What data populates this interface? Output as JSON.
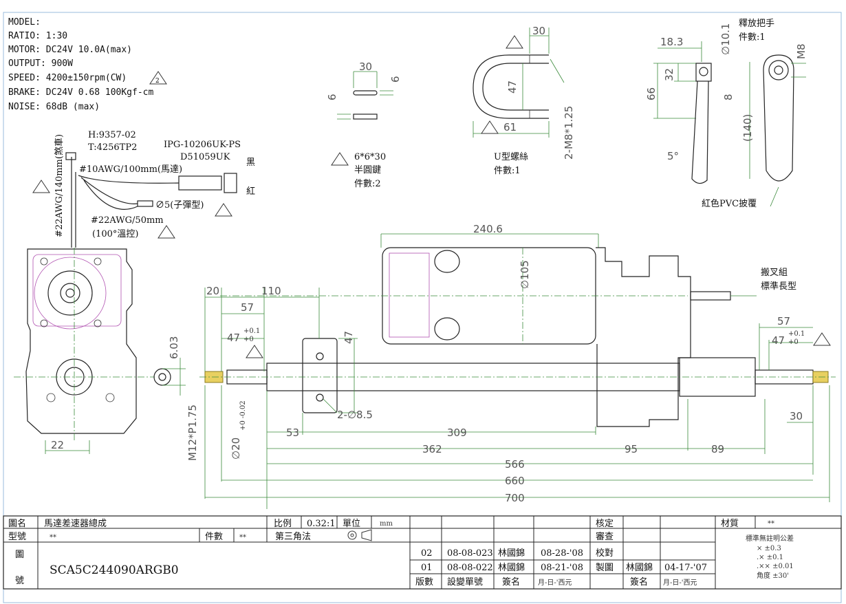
{
  "specs": {
    "model": "MODEL:",
    "ratio": "RATIO:  1:30",
    "motor": "MOTOR:  DC24V 10.0A(max)",
    "output": "OUTPUT: 900W",
    "speed": "SPEED:  4200±150rpm(CW)",
    "brake": "BRAKE:  DC24V 0.68 100Kgf-cm",
    "noise": "NOISE:   68dB (max)"
  },
  "wiring": {
    "h": "H:9357-02",
    "t": "T:4256TP2",
    "connector": "IPG-10206UK-PS",
    "connector2": "D51059UK",
    "black": "黑",
    "red": "紅",
    "awg10": "#10AWG/100mm(馬達)",
    "bullet": "∅5(子彈型)",
    "awg22": "#22AWG/50mm",
    "temp": "(100°溫控)",
    "brake_wire": "#22AWG/140mm(煞車)"
  },
  "key": {
    "dim_w": "30",
    "dim_h": "6",
    "dim_h2": "6",
    "label": "6*6*30",
    "name": "半圓鍵",
    "qty": "件數:2"
  },
  "ubolt": {
    "dim_top": "30",
    "dim_h": "47",
    "dim_w": "61",
    "thread": "2-M8*1.25",
    "name": "U型螺絲",
    "qty": "件數:1"
  },
  "lever": {
    "d1": "18.3",
    "d2": "∅10.1",
    "d3": "32",
    "d4": "66",
    "d5": "8",
    "d6": "5°",
    "d7": "(140)",
    "d8": "M8",
    "name": "釋放把手",
    "qty": "件數:1",
    "cover": "紅色PVC披覆"
  },
  "main": {
    "d_240": "240.6",
    "d_105": "∅105",
    "d_20": "20",
    "d_110": "110",
    "d_57": "57",
    "d_47tol": "47",
    "tol": "+0.1",
    "tol2": "+0",
    "d_47": "47",
    "d_603": "6.03",
    "d_hole": "2-∅8.5",
    "d_53": "53",
    "d_309": "309",
    "d_362": "362",
    "d_95": "95",
    "d_89": "89",
    "d_566": "566",
    "d_660": "660",
    "d_700": "700",
    "d_22": "22",
    "d_m12": "M12*P1.75",
    "d_20shaft": "∅20",
    "shaft_tol": "+0  -0.02",
    "d_57r": "57",
    "d_47r": "47",
    "d_30": "30",
    "fork1": "搬叉組",
    "fork2": "標準長型"
  },
  "title_block": {
    "drawing_name_label": "圖名",
    "drawing_name": "馬達差速器總成",
    "scale_label": "比例",
    "scale": "0.32:1",
    "unit_label": "單位",
    "unit": "mm",
    "model_label": "型號",
    "model_value": "**",
    "qty_label": "件數",
    "qty_value": "**",
    "projection": "第三角法",
    "drawing_no_label1": "圖",
    "drawing_no_label2": "號",
    "drawing_no": "SCA5C244090ARGB0",
    "rev_rows": [
      {
        "ver": "02",
        "change": "08-08-023",
        "sign": "林國錦",
        "date": "08-28-'08"
      },
      {
        "ver": "01",
        "change": "08-08-022",
        "sign": "林國錦",
        "date": "08-21-'08"
      }
    ],
    "col_ver": "版數",
    "col_change": "設變單號",
    "col_sign": "簽名",
    "col_date": "月-日-'西元",
    "approve": "核定",
    "review": "審查",
    "check": "校對",
    "drawn": "製圖",
    "drawn_by": "林國錦",
    "drawn_date": "04-17-'07",
    "sign2": "簽名",
    "date2": "月-日-'西元",
    "material_label": "材質",
    "material": "**",
    "tol_title": "標準無註明公差",
    "tol1": "×      ±0.3",
    "tol2": ".×      ±0.1",
    "tol3": ".××    ±0.01",
    "tol4": "角度    ±30'"
  },
  "colors": {
    "dim": "#3a8a3a",
    "line": "#222222",
    "magenta": "#b050b0"
  }
}
